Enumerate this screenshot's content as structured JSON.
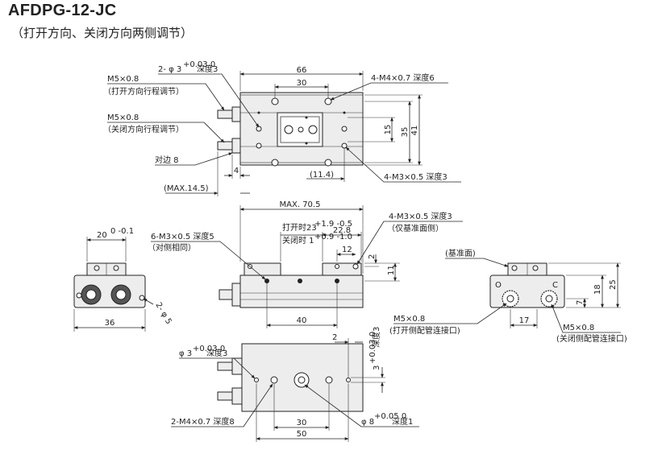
{
  "title": "AFDPG-12-JC",
  "subtitle": "（打开方向、关闭方向两侧调节）",
  "top_view": {
    "dim_66": "66",
    "dim_30": "30",
    "dim_15": "15",
    "dim_35": "35",
    "dim_41": "41",
    "dim_4": "4",
    "dim_11_4": "(11.4)",
    "dim_max_14_5": "(MAX.14.5)",
    "label_phi3": "2- φ 3",
    "label_phi3_tol": "+0.03 0",
    "label_phi3_depth": "深度3",
    "label_m5_open": "M5×0.8",
    "label_m5_open_note": "（打开方向行程调节）",
    "label_m5_close": "M5×0.8",
    "label_m5_close_note": "（关闭方向行程调节）",
    "label_hex": "对边  8",
    "label_m4": "4-M4×0.7  深度6",
    "label_m3": "4-M3×0.5  深度3"
  },
  "side_view": {
    "dim_max_70_5": "MAX. 70.5",
    "open_label": "打开时23",
    "open_tol": "+1.9 -0.5",
    "close_label": "关闭时  1",
    "close_tol": "+0.9 -1.0",
    "dim_22_8": "22.8",
    "dim_12": "12",
    "dim_2": "2",
    "dim_11": "11",
    "dim_40": "40",
    "label_m3_6": "6-M3×0.5  深度5",
    "label_m3_6_note": "（对侧相同）",
    "label_m3_4": "4-M3×0.5  深度3",
    "label_m3_4_note": "（仅基准面侧）"
  },
  "left_view": {
    "dim_20": "20",
    "dim_20_tol": "0 -0.1",
    "dim_36": "36",
    "dim_2_phi5": "2- φ 5"
  },
  "right_view": {
    "label_base": "(基准面)",
    "letter_o": "O",
    "letter_c": "C",
    "dim_25": "25",
    "dim_18": "18",
    "dim_7": "7",
    "dim_17": "17",
    "label_m5_open": "M5×0.8",
    "label_m5_open_note": "(打开侧配管连接口)",
    "label_m5_close": "M5×0.8",
    "label_m5_close_note": "(关闭侧配管连接口)"
  },
  "bottom_view": {
    "label_phi3": "φ 3",
    "label_phi3_tol": "+0.03 0",
    "label_phi3_depth": "深度3",
    "dim_2": "2",
    "dim_3": "3",
    "dim_3_tol": "+0.03 0",
    "label_depth3": "深度3",
    "label_m4": "2-M4×0.7  深度8",
    "dim_30": "30",
    "dim_50": "50",
    "label_phi8": "φ 8",
    "label_phi8_tol": "+0.05 0",
    "label_depth1": "深度1"
  }
}
